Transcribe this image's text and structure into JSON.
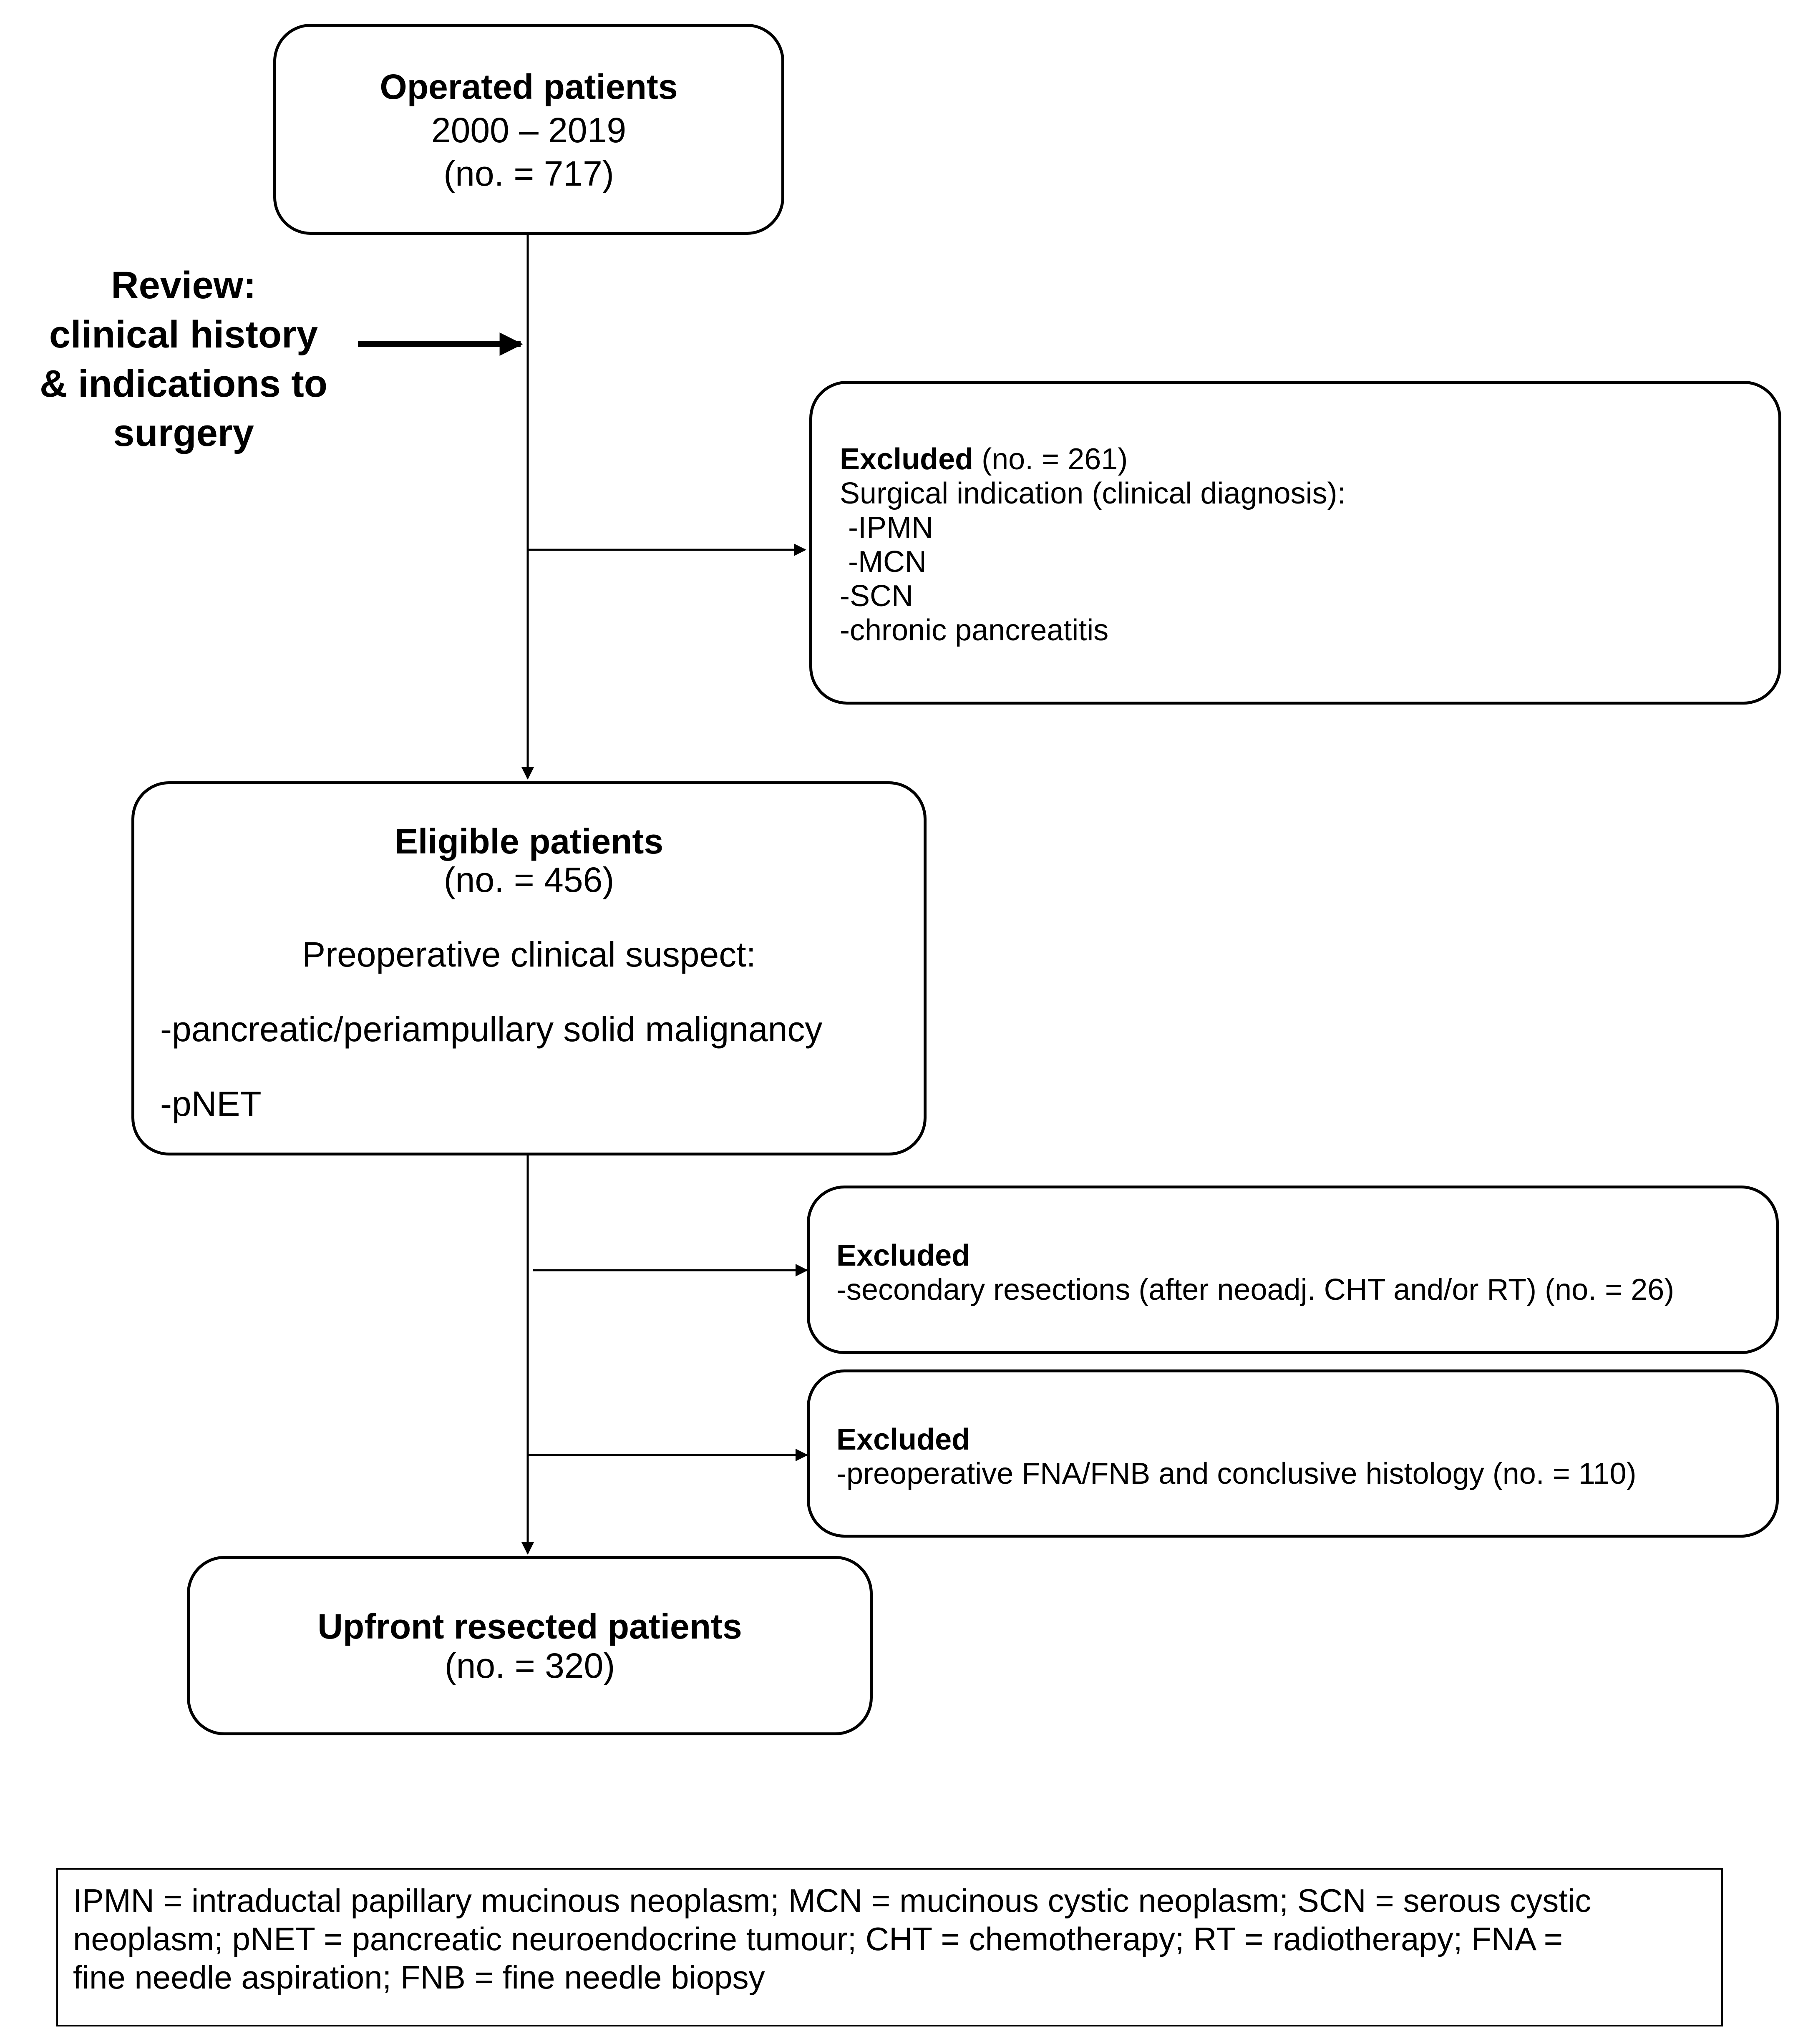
{
  "start_box": {
    "title": "Operated patients",
    "years": "2000 – 2019",
    "count": "(no. = 717)"
  },
  "review_label": {
    "line1": "Review:",
    "line2": "clinical history",
    "line3": "& indications to",
    "line4": "surgery"
  },
  "excluded_1": {
    "title": "Excluded",
    "count": " (no. = 261)",
    "subtitle": "Surgical indication (clinical diagnosis):",
    "items": [
      " -IPMN",
      " -MCN",
      "-SCN",
      "-chronic pancreatitis"
    ]
  },
  "eligible_box": {
    "title": "Eligible patients",
    "count": "(no. = 456)",
    "subtitle": "Preoperative clinical suspect:",
    "items": [
      "-pancreatic/periampullary solid malignancy",
      "-pNET"
    ]
  },
  "excluded_2": {
    "title": "Excluded",
    "text": "-secondary resections (after neoadj. CHT and/or RT) (no. = 26)"
  },
  "excluded_3": {
    "title": "Excluded",
    "text": "-preoperative FNA/FNB and conclusive histology (no. = 110)"
  },
  "final_box": {
    "title": "Upfront resected patients",
    "count": "(no. = 320)"
  },
  "legend": {
    "line1": "IPMN = intraductal papillary mucinous neoplasm; MCN = mucinous cystic neoplasm; SCN = serous cystic",
    "line2": "neoplasm; pNET = pancreatic neuroendocrine tumour; CHT = chemotherapy; RT = radiotherapy; FNA =",
    "line3": "fine needle aspiration; FNB = fine needle biopsy"
  }
}
